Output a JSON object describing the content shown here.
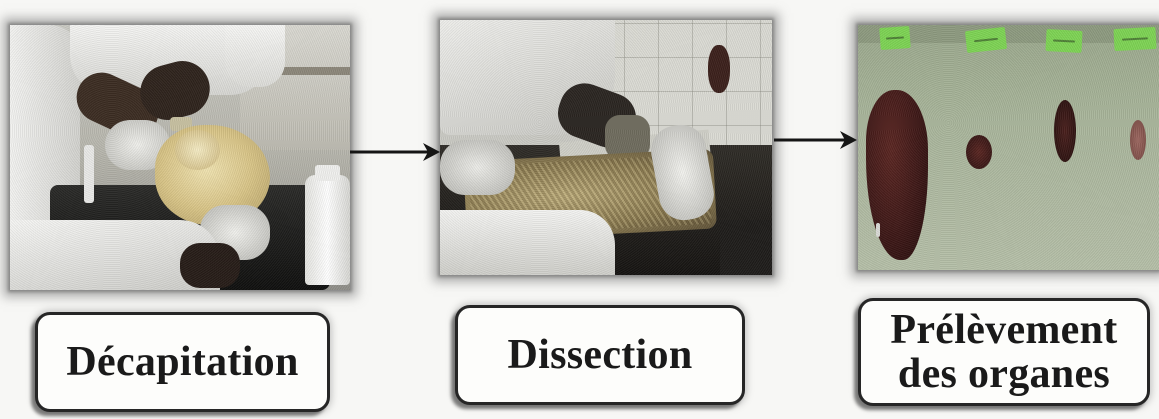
{
  "steps": [
    {
      "label": "Décapitation"
    },
    {
      "label": "Dissection"
    },
    {
      "label_lines": [
        "Prélèvement",
        "des organes"
      ]
    }
  ],
  "colors": {
    "label_border": "#262626",
    "label_text": "#1a1a1a",
    "arrow": "#151515",
    "organ_label_tag": "#7dd354"
  }
}
